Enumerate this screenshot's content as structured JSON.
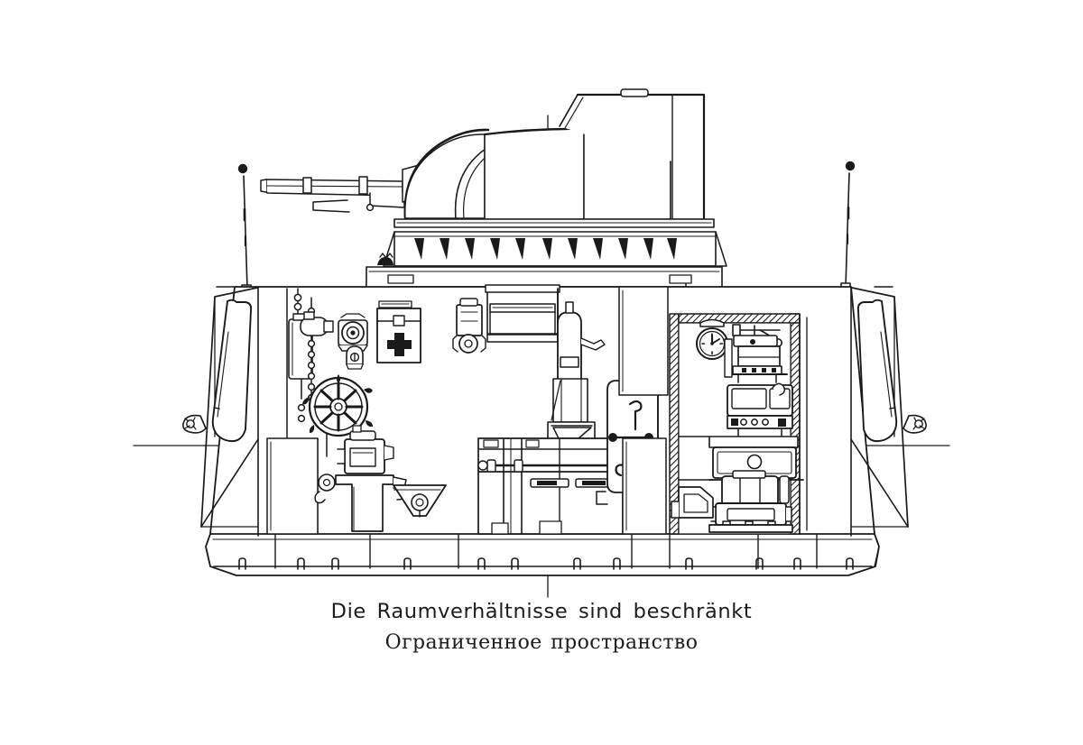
{
  "document": {
    "type": "technical-cutaway-diagram",
    "subject": "Armored fighting vehicle, interior side-view cutaway",
    "background_color": "#ffffff",
    "line_color": "#1a1a1a",
    "fill_color": "#ffffff"
  },
  "caption": {
    "german": "Die Raumverhältnisse sind beschränkt",
    "russian": "Ограниченное пространство"
  },
  "diagram": {
    "title_visible": false,
    "orientation": "left-facing gun, right-facing rear",
    "centerline_label": "vertical centerline",
    "reference_lines": [
      "left horizontal datum",
      "right horizontal datum"
    ]
  },
  "components": {
    "turret": {
      "name": "turret",
      "mantlet": "rounded gun mantlet",
      "bustle": "rear stowage bustle",
      "roof_handle": "bustle roof handle",
      "ring_teeth_count": 11
    },
    "armament": {
      "main_gun": "main gun barrel",
      "muzzle": "muzzle",
      "coaxial": "coaxial machine gun"
    },
    "antennas": [
      {
        "name": "front antenna",
        "finial": "ball finial"
      },
      {
        "name": "rear antenna",
        "finial": "ball finial"
      }
    ],
    "hull": {
      "front_sponson_opening": "rounded sponson aperture",
      "rear_sponson_opening": "rounded sponson aperture",
      "towing_eye_front": "towing eye",
      "towing_eye_rear": "towing eye",
      "floor_brackets": 12
    },
    "driver_compartment": [
      {
        "name": "steering-wheel",
        "label": "steering wheel"
      },
      {
        "name": "first-aid-kit",
        "label": "first aid box with cross"
      },
      {
        "name": "instrument-gauge",
        "label": "instrument gauge"
      },
      {
        "name": "signal-lamp",
        "label": "signal lamp"
      },
      {
        "name": "pressure-cylinder",
        "label": "pressure cylinder"
      },
      {
        "name": "chain-drive",
        "label": "chain drive linkage"
      },
      {
        "name": "transmission-unit",
        "label": "transmission / steering unit"
      },
      {
        "name": "pedal-assembly",
        "label": "pedal assembly"
      },
      {
        "name": "valve-block",
        "label": "valve block"
      }
    ],
    "fighting_compartment": [
      {
        "name": "crew-seat",
        "label": "folding crew seat"
      },
      {
        "name": "fire-extinguisher",
        "label": "fire extinguisher"
      },
      {
        "name": "small-motor",
        "label": "auxiliary motor"
      },
      {
        "name": "ammunition-racks",
        "label": "ammunition stowage racks"
      },
      {
        "name": "access-door",
        "label": "hinged access door with latch"
      },
      {
        "name": "fuel-tank",
        "label": "fuel tank"
      }
    ],
    "radio_compartment": [
      {
        "name": "clock",
        "label": "compartment clock",
        "reading": "10:10"
      },
      {
        "name": "radio-receiver",
        "label": "radio receiver set"
      },
      {
        "name": "radio-transmitter",
        "label": "radio transmitter set"
      },
      {
        "name": "control-panel",
        "label": "control panel with dials"
      },
      {
        "name": "battery-box",
        "label": "battery box"
      },
      {
        "name": "generator-unit",
        "label": "generator unit"
      },
      {
        "name": "engine-block",
        "label": "engine block"
      },
      {
        "name": "bulkhead",
        "label": "hatched armored bulkhead"
      }
    ]
  }
}
